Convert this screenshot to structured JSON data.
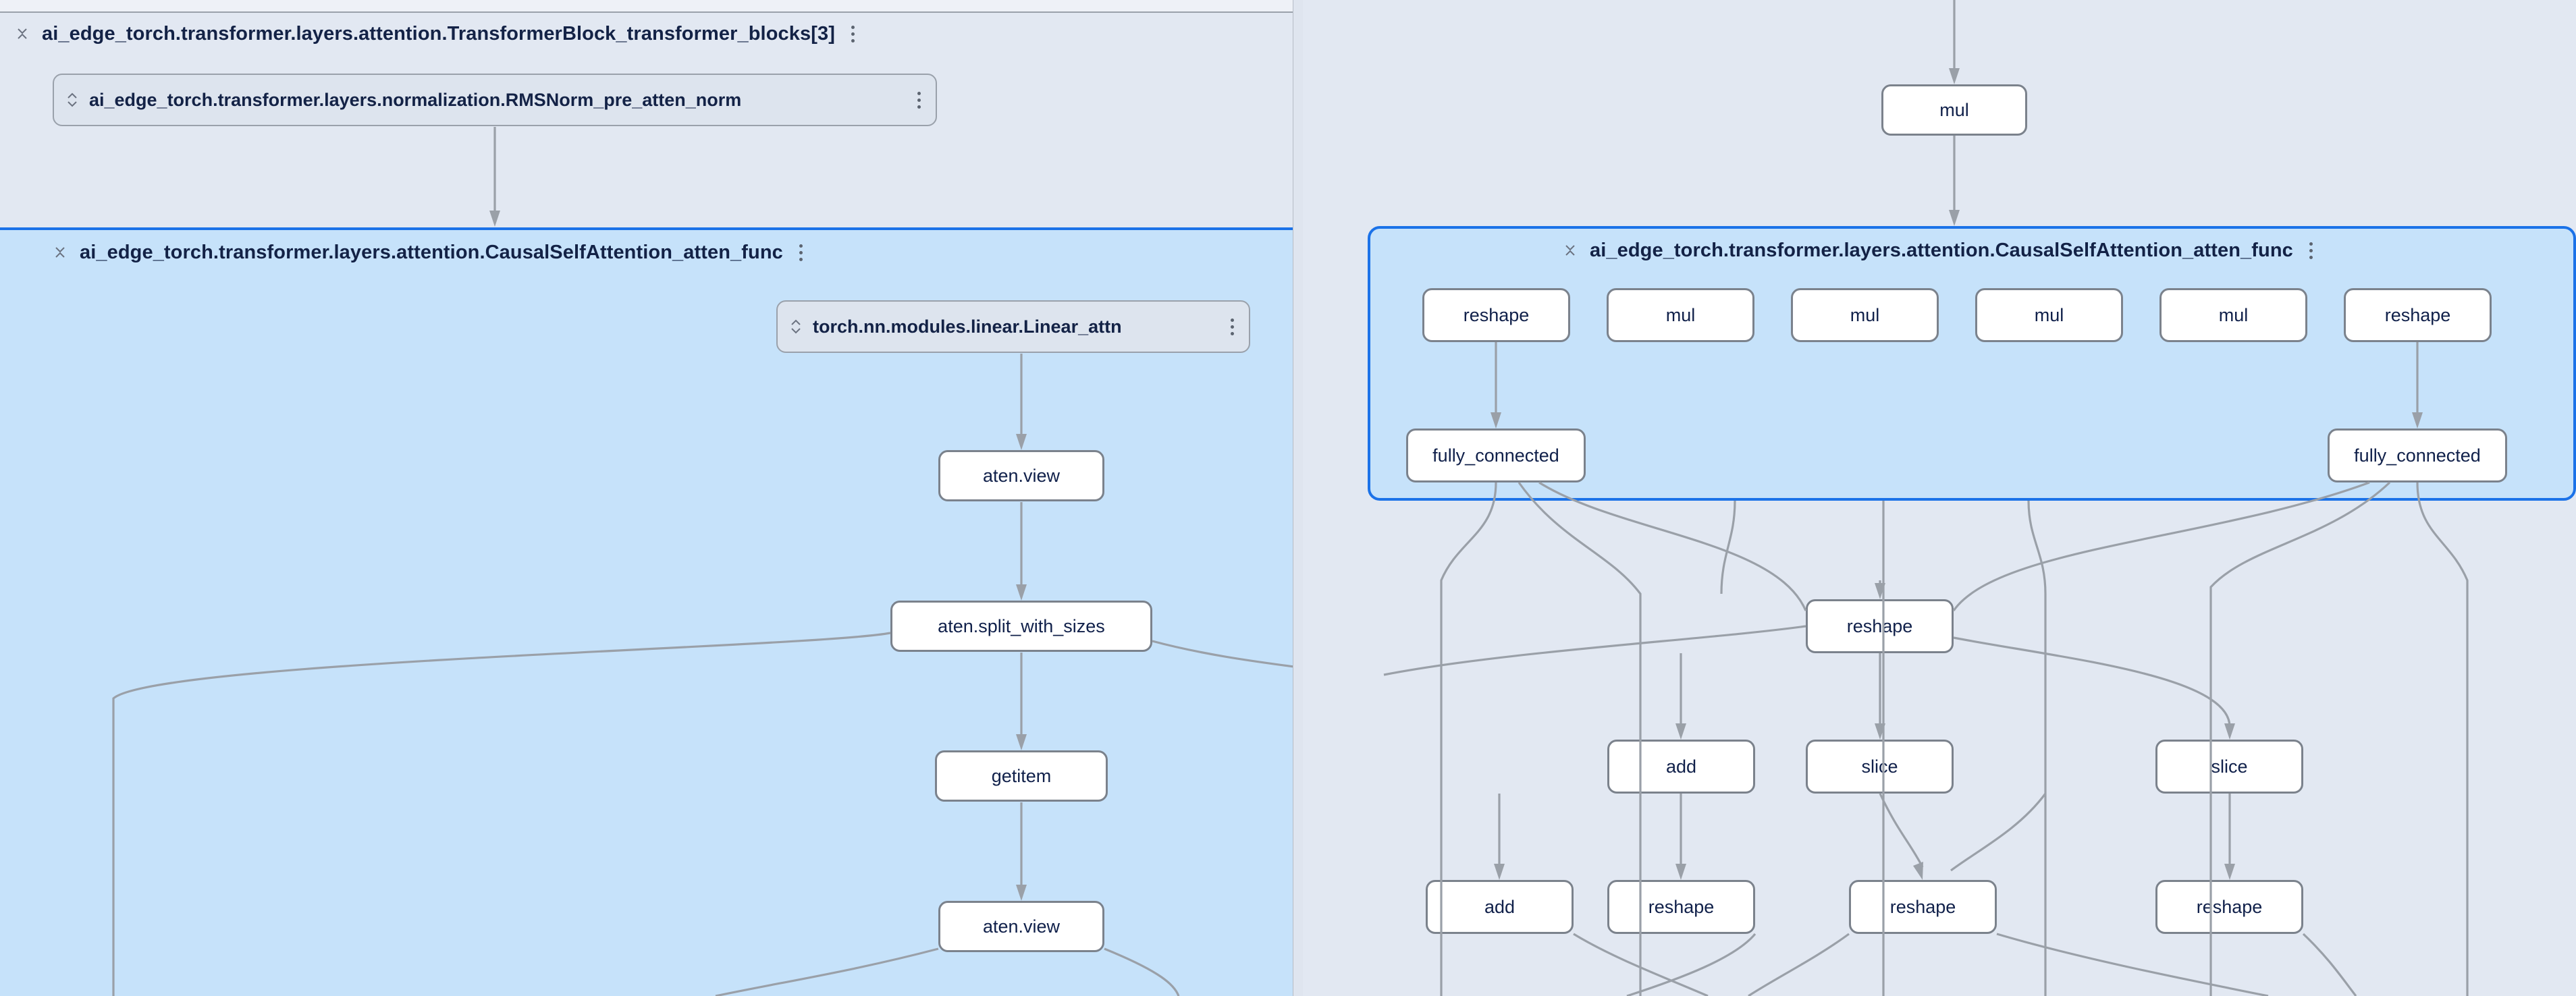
{
  "app": {
    "name": "model-graph-explorer",
    "colors": {
      "panel_background": "#e2e8f2",
      "selected_group_fill": "#c6e2fa",
      "selected_group_border": "#1b72e8",
      "node_fill": "#ffffff",
      "node_border": "#7b828c",
      "node_text": "#10204a",
      "edge": "#9aa0a8",
      "pill_fill": "#dde4ee",
      "divider": "#dfe5ef"
    }
  },
  "left_panel": {
    "groups": [
      {
        "id": "transformer-block",
        "title": "ai_edge_torch.transformer.layers.attention.TransformerBlock_transformer_blocks[3]",
        "expand_icon": "collapse-chevrons-icon",
        "menu_icon": "kebab-menu-icon",
        "selected": false
      },
      {
        "id": "causal-self-attention-left",
        "title": "ai_edge_torch.transformer.layers.attention.CausalSelfAttention_atten_func",
        "expand_icon": "collapse-chevrons-icon",
        "menu_icon": "kebab-menu-icon",
        "selected": true
      }
    ],
    "pills": [
      {
        "id": "rmsnorm",
        "label": "ai_edge_torch.transformer.layers.normalization.RMSNorm_pre_atten_norm",
        "expand_icon": "expand-chevrons-icon",
        "menu_icon": "kebab-menu-icon"
      },
      {
        "id": "linear-attn",
        "label": "torch.nn.modules.linear.Linear_attn",
        "expand_icon": "expand-chevrons-icon",
        "menu_icon": "kebab-menu-icon"
      }
    ],
    "nodes": [
      {
        "id": "l-view-1",
        "label": "aten.view"
      },
      {
        "id": "l-split",
        "label": "aten.split_with_sizes"
      },
      {
        "id": "l-getitem",
        "label": "getitem"
      },
      {
        "id": "l-view-2",
        "label": "aten.view"
      }
    ]
  },
  "right_panel": {
    "groups": [
      {
        "id": "causal-self-attention-right",
        "title": "ai_edge_torch.transformer.layers.attention.CausalSelfAttention_atten_func",
        "expand_icon": "collapse-chevrons-icon",
        "menu_icon": "kebab-menu-icon",
        "selected": true
      }
    ],
    "nodes": [
      {
        "id": "r-mul-top",
        "label": "mul"
      },
      {
        "id": "r-reshape-1",
        "label": "reshape"
      },
      {
        "id": "r-mul-1",
        "label": "mul"
      },
      {
        "id": "r-mul-2",
        "label": "mul"
      },
      {
        "id": "r-mul-3",
        "label": "mul"
      },
      {
        "id": "r-mul-4",
        "label": "mul"
      },
      {
        "id": "r-reshape-2",
        "label": "reshape"
      },
      {
        "id": "r-fc-1",
        "label": "fully_connected"
      },
      {
        "id": "r-fc-2",
        "label": "fully_connected"
      },
      {
        "id": "r-reshape-3",
        "label": "reshape"
      },
      {
        "id": "r-add-1",
        "label": "add"
      },
      {
        "id": "r-slice-1",
        "label": "slice"
      },
      {
        "id": "r-slice-2",
        "label": "slice"
      },
      {
        "id": "r-add-2",
        "label": "add"
      },
      {
        "id": "r-reshape-4",
        "label": "reshape"
      },
      {
        "id": "r-reshape-5",
        "label": "reshape"
      },
      {
        "id": "r-reshape-6",
        "label": "reshape"
      }
    ]
  }
}
